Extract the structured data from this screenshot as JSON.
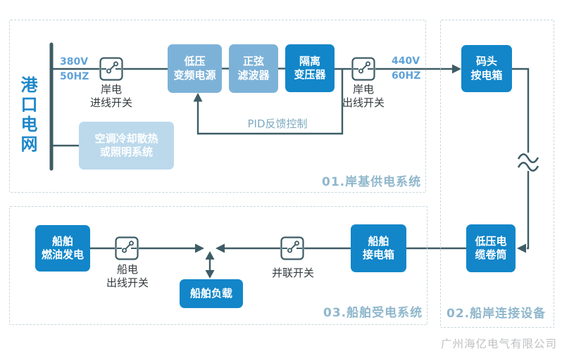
{
  "grid": {
    "title": "港口电网",
    "voltage_in": {
      "volts": "380V",
      "freq": "50HZ"
    },
    "voltage_out": {
      "volts": "440V",
      "freq": "60HZ"
    }
  },
  "sections": {
    "s1": {
      "label": "01.岸基供电系统"
    },
    "s2": {
      "label": "02.船岸连接设备"
    },
    "s3": {
      "label": "03.船舶受电系统"
    }
  },
  "nodes": {
    "vfd": {
      "line1": "低压",
      "line2": "变频电源"
    },
    "filter": {
      "line1": "正弦",
      "line2": "滤波器"
    },
    "transformer": {
      "line1": "隔离",
      "line2": "变压器"
    },
    "dock_box": {
      "line1": "码头",
      "line2": "按电箱"
    },
    "hvac": {
      "line1": "空调冷却散热",
      "line2": "或照明系统"
    },
    "ship_gen": {
      "line1": "船舶",
      "line2": "燃油发电"
    },
    "ship_load": {
      "label": "船舶负载"
    },
    "ship_box": {
      "line1": "船舶",
      "line2": "接电箱"
    },
    "cable_reel": {
      "line1": "低压电",
      "line2": "缆卷筒"
    }
  },
  "switches": {
    "shore_in": {
      "line1": "岸电",
      "line2": "进线开关"
    },
    "shore_out": {
      "line1": "岸电",
      "line2": "出线开关"
    },
    "ship_out": {
      "line1": "船电",
      "line2": "出线开关"
    },
    "parallel": {
      "label": "并联开关"
    }
  },
  "feedback": {
    "label": "PID反馈控制"
  },
  "footer": {
    "company": "广州海亿电气有限公司"
  },
  "icons": {
    "disconnect_switch": "circuit-breaker symbol (two terminals + blade)",
    "ac_wave_break": "≈",
    "arrow": "▶"
  },
  "palette": {
    "dark_blue": "#1286c9",
    "medium_blue": "#7db2d8",
    "pale_blue": "#bcd9ec",
    "line_teal": "#3e5c66",
    "section_label_blue": "#8fb7cc",
    "voltage_label_blue": "#5fa2d8",
    "title_blue": "#1e87c9",
    "dashed_border": "#c6d6dd",
    "company_gray": "#bfc1c3",
    "background": "#ffffff"
  }
}
